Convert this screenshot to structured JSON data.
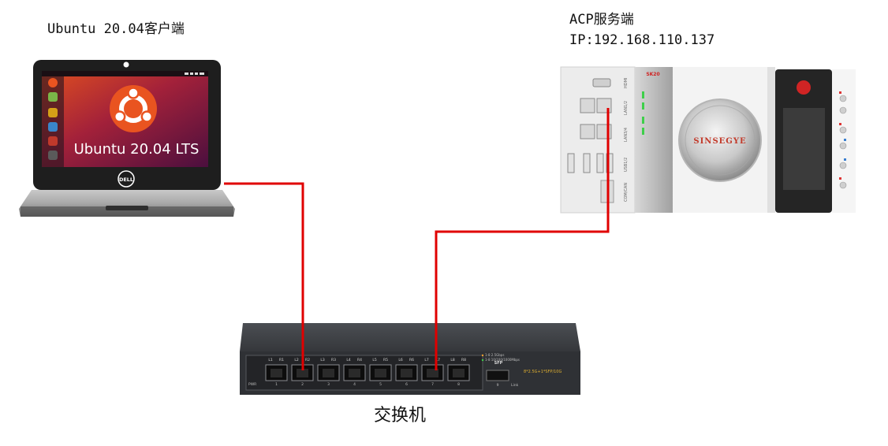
{
  "client": {
    "label": "Ubuntu 20.04客户端",
    "screen_text": "Ubuntu 20.04 LTS",
    "brand": "DELL"
  },
  "server": {
    "label_line1": "ACP服务端",
    "label_line2": "IP:192.168.110.137",
    "brand_text": "SINSEGYE",
    "model": "SK20",
    "port_labels": [
      "HDMI",
      "LAN1/2",
      "LAN3/4",
      "USB1/2",
      "COM/CAN"
    ]
  },
  "switch": {
    "label": "交换机",
    "port_tags": [
      "L1",
      "R1",
      "L2",
      "R2",
      "L3",
      "R3",
      "L4",
      "R4",
      "L5",
      "R5",
      "L6",
      "R6",
      "L7",
      "R7",
      "L8",
      "R8"
    ],
    "port_numbers": [
      "1",
      "2",
      "3",
      "4",
      "5",
      "6",
      "7",
      "8"
    ],
    "sfp_label": "SFP",
    "sfp_number": "9",
    "pwr_label": "PWR",
    "spec_line1": "1-8 2.5Gbps",
    "spec_line2": "1-8 10/100/1000Mbps",
    "spec_line3": "8*2.5G+1*SFP/10G",
    "link_label": "Link"
  },
  "colors": {
    "cable": "#e00000",
    "ubuntu_orange": "#e95420",
    "switch_body": "#3a3c40"
  }
}
